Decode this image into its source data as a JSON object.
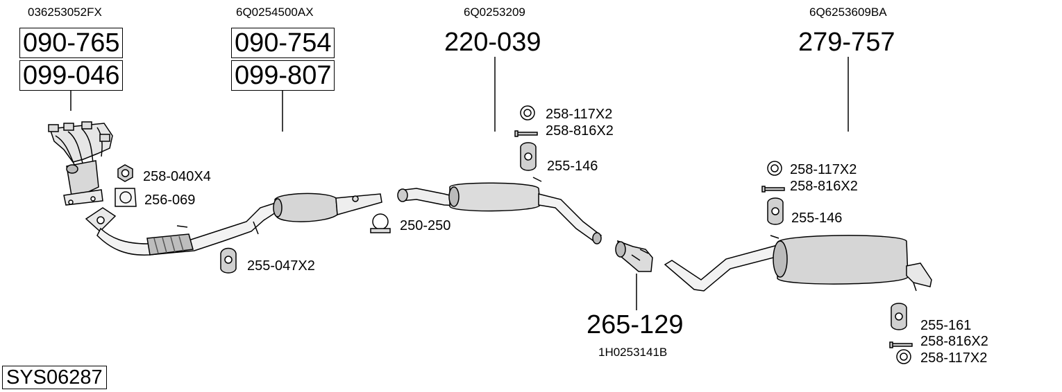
{
  "system_code": "SYS06287",
  "groups": {
    "manifold": {
      "oem": "036253052FX",
      "parts": [
        "090-765",
        "099-046"
      ]
    },
    "catalyst": {
      "oem": "6Q0254500AX",
      "parts": [
        "090-754",
        "099-807"
      ]
    },
    "middle_silencer": {
      "oem": "6Q0253209",
      "part": "220-039"
    },
    "rear_silencer": {
      "oem": "6Q6253609BA",
      "part": "279-757"
    },
    "connector": {
      "part": "265-129",
      "oem": "1H0253141B"
    }
  },
  "accessories": {
    "nut": "258-040X4",
    "gasket": "256-069",
    "front_hanger": "255-047X2",
    "clamp": "250-250",
    "mid_ring": "258-117X2",
    "mid_bolt": "258-816X2",
    "mid_hanger": "255-146",
    "rear_ring": "258-117X2",
    "rear_bolt": "258-816X2",
    "rear_hanger": "255-146",
    "tail_hanger": "255-161",
    "tail_bolt": "258-816X2",
    "tail_ring": "258-117X2"
  }
}
